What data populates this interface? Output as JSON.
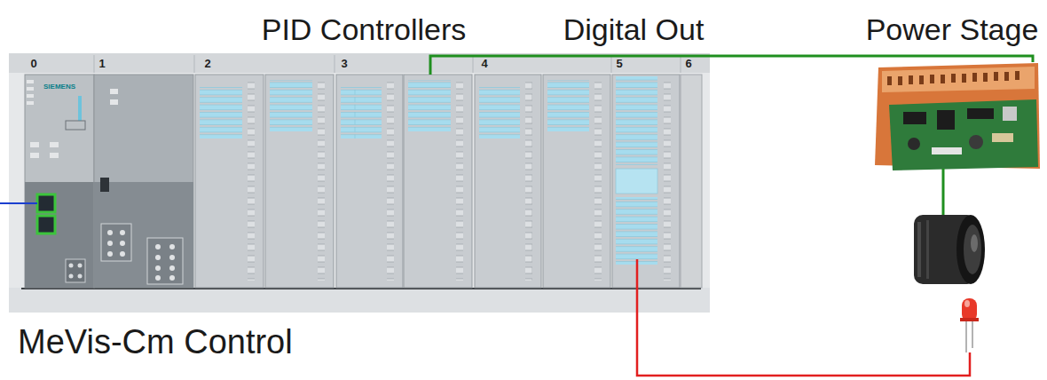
{
  "diagram": {
    "nodes": [
      {
        "text": [
          "MeVis-Cm Control"
        ]
      },
      {
        "text": [
          "PID Controllers"
        ],
        "in": 0
      },
      {
        "text": [
          "Digital Out"
        ],
        "in": 0
      },
      {
        "text": [
          "Power Stage"
        ]
      }
    ],
    "edges": [
      {
        "from": 1,
        "to": 3,
        "arrow": "none"
      }
    ],
    "labels": [
      "0",
      "1",
      "2",
      "3",
      "4",
      "5",
      "6",
      "SIEMENS"
    ]
  }
}
